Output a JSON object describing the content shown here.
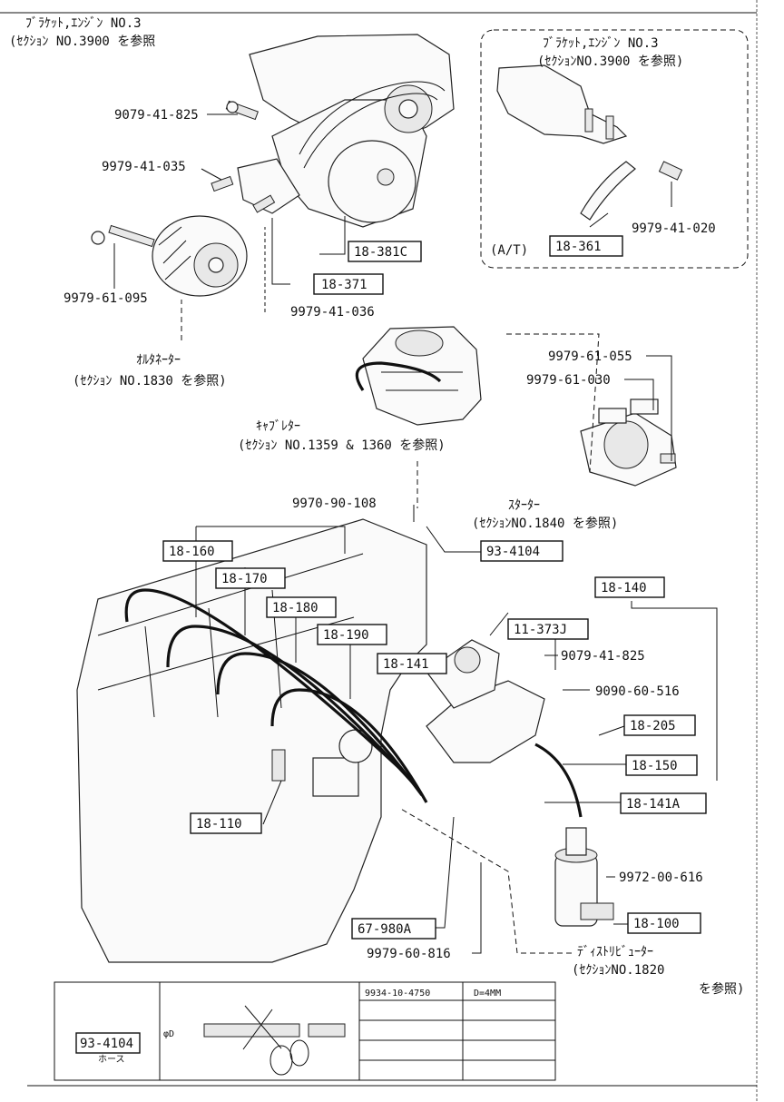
{
  "bracket_main": {
    "line1": "ﾌﾞﾗｹｯﾄ,ｴﾝｼﾞﾝ NO.3",
    "line2": "(ｾｸｼｮﾝ NO.3900 を参照"
  },
  "bracket_inset": {
    "line1": "ﾌﾞﾗｹｯﾄ,ｴﾝｼﾞﾝ NO.3",
    "line2": "(ｾｸｼｮﾝNO.3900 を参照)",
    "variant": "(A/T)"
  },
  "alternator": {
    "line1": "ｵﾙﾀﾈｰﾀｰ",
    "line2": "(ｾｸｼｮﾝ NO.1830 を参照)"
  },
  "carburetor": {
    "line1": "ｷｬﾌﾞﾚﾀｰ",
    "line2": "(ｾｸｼｮﾝ NO.1359 & 1360 を参照)"
  },
  "starter": {
    "line1": "ｽﾀｰﾀｰ",
    "line2": "(ｾｸｼｮﾝNO.1840 を参照)"
  },
  "distributor": {
    "line1": "ﾃﾞｨｽﾄﾘﾋﾞｭｰﾀｰ",
    "line2": "(ｾｸｼｮﾝNO.1820",
    "line3": "を参照)"
  },
  "plain_labels": {
    "p1": "9079-41-825",
    "p2": "9979-41-035",
    "p3": "9979-61-095",
    "p4": "9979-41-036",
    "p5": "9979-41-020",
    "p6": "9979-61-055",
    "p7": "9979-61-030",
    "p8": "9970-90-108",
    "p9": "9079-41-825",
    "p10": "9090-60-516",
    "p11": "9972-00-616",
    "p12": "9979-60-816"
  },
  "boxed_labels": {
    "b1": "18-381C",
    "b2": "18-371",
    "b3": "18-361",
    "b4": "93-4104",
    "b5": "18-160",
    "b6": "18-170",
    "b7": "18-180",
    "b8": "18-190",
    "b9": "18-141",
    "b10": "18-140",
    "b11": "11-373J",
    "b12": "18-205",
    "b13": "18-150",
    "b14": "18-141A",
    "b15": "18-110",
    "b16": "18-100",
    "b17": "67-980A"
  },
  "table": {
    "part_box": "93-4104",
    "part_name": "ホース",
    "phi_label": "φD",
    "header_part": "9934-10-4750",
    "header_dim": "D=4MM"
  }
}
